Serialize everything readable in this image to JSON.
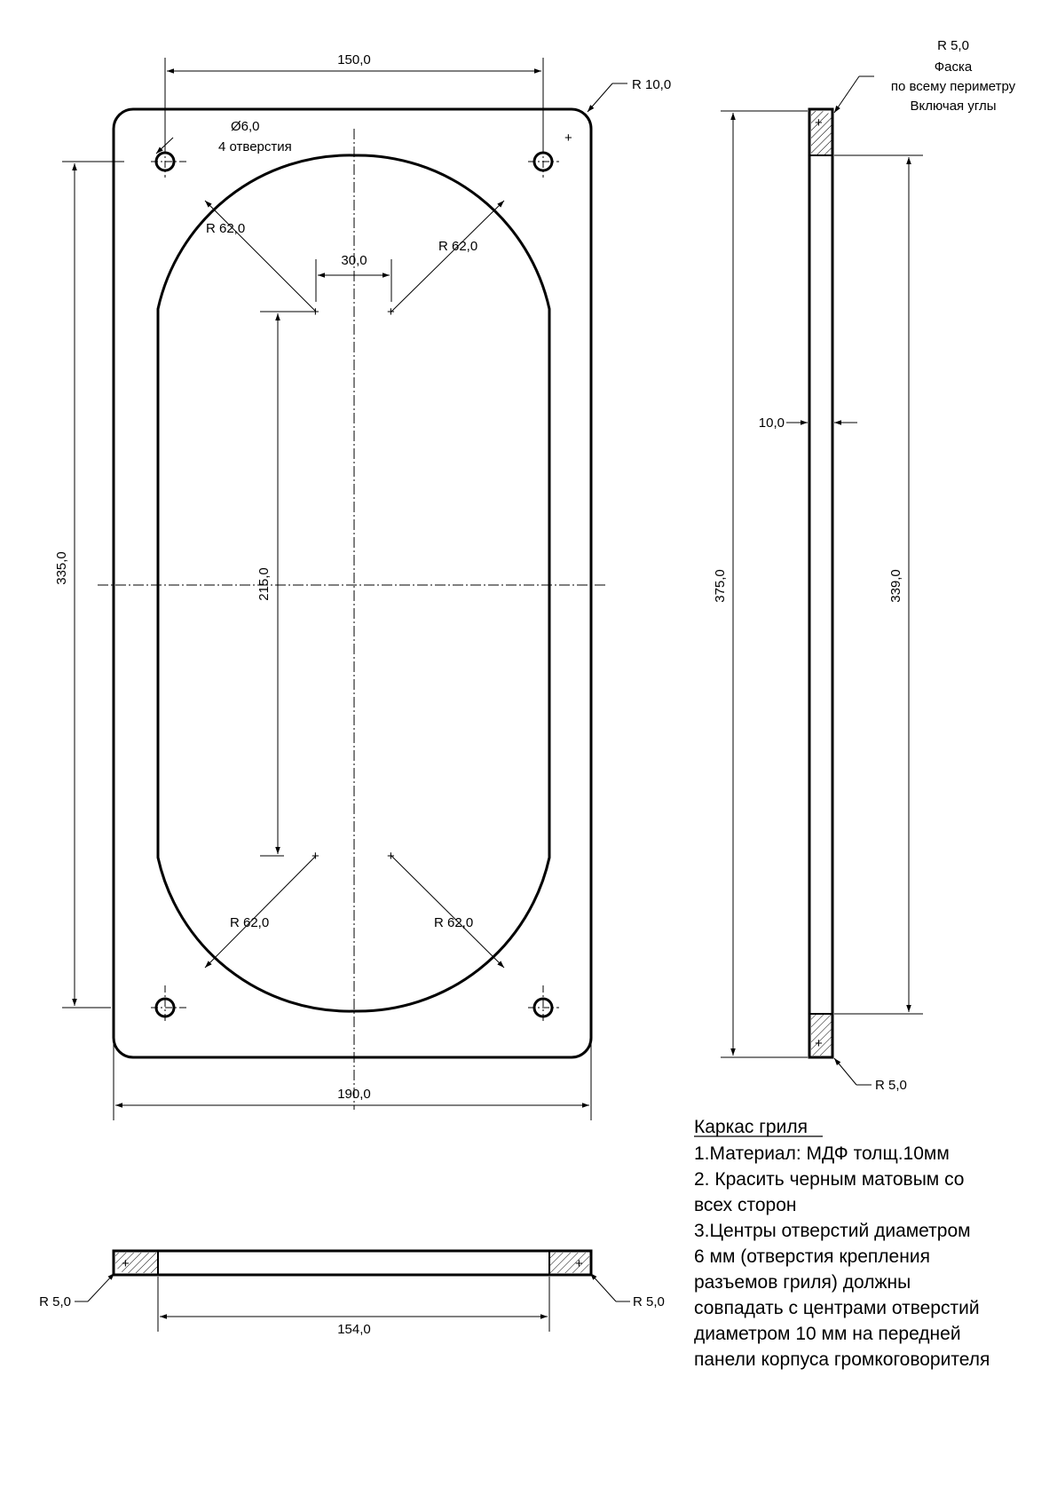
{
  "front_view": {
    "dim_top": "150,0",
    "dim_bottom": "190,0",
    "dim_left": "335,0",
    "dim_center_height": "215,0",
    "dim_center_width": "30,0",
    "corner_radius": "R 10,0",
    "hole_label_diameter": "Ø6,0",
    "hole_label_count": "4 отверстия",
    "arc_tl": "R 62,0",
    "arc_tr": "R 62,0",
    "arc_bl": "R 62,0",
    "arc_br": "R 62,0"
  },
  "side_view": {
    "chamfer_radius": "R 5,0",
    "chamfer_line1": "Фаска",
    "chamfer_line2": "по всему периметру",
    "chamfer_line3": "Включая углы",
    "dim_height_outer": "375,0",
    "dim_height_inner": "339,0",
    "dim_thickness": "10,0",
    "radius_bottom": "R 5,0"
  },
  "section_view": {
    "radius_left": "R 5,0",
    "radius_right": "R 5,0",
    "dim_inner_width": "154,0"
  },
  "notes": {
    "title": "Каркас гриля",
    "lines": [
      "1.Материал: МДФ толщ.10мм",
      "2. Красить черным матовым со",
      "всех сторон",
      "3.Центры отверстий диаметром",
      "6 мм (отверстия крепления",
      "разъемов гриля) должны",
      "совпадать с центрами отверстий",
      "диаметром 10 мм на передней",
      "панели корпуса громкоговорителя"
    ]
  }
}
